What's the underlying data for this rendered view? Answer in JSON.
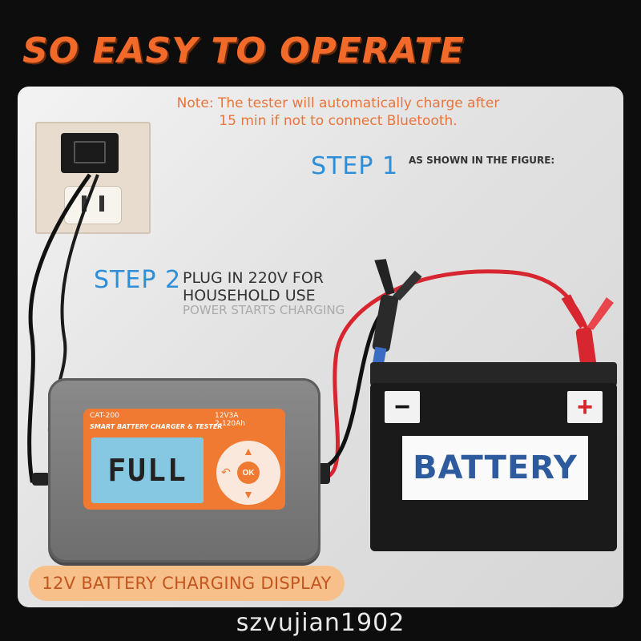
{
  "headline": "SO EASY TO OPERATE",
  "note": {
    "line1": "Note: The tester will automatically charge after",
    "line2": "15 min if not to connect Bluetooth."
  },
  "step1": {
    "label": "STEP 1",
    "description": "AS SHOWN IN THE FIGURE:"
  },
  "step2": {
    "label": "STEP 2",
    "line1": "PLUG IN 220V FOR",
    "line2": "HOUSEHOLD USE",
    "sub": "POWER STARTS CHARGING"
  },
  "charger": {
    "model": "CAT-200",
    "title": "SMART BATTERY CHARGER & TESTER",
    "spec1": "12V3A",
    "spec2": "2-120Ah",
    "display": "FULL",
    "ok": "OK"
  },
  "battery": {
    "label": "BATTERY",
    "neg": "−",
    "pos": "+"
  },
  "caption": "12V BATTERY CHARGING DISPLAY",
  "watermark": "szvujian1902",
  "colors": {
    "accent_orange": "#f26a2a",
    "step_blue": "#2f8ed8",
    "lcd_blue": "#86c7e2",
    "battery_blue": "#2e5b9e",
    "clamp_red": "#d7262f"
  }
}
